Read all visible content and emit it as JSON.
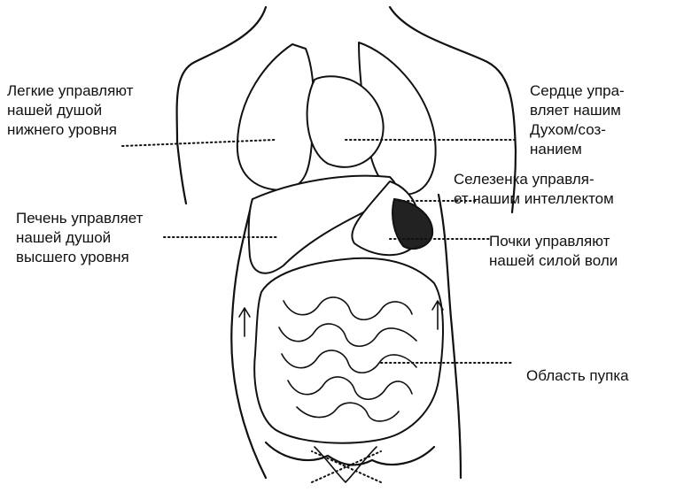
{
  "labels": {
    "lungs": [
      "Легкие управляют",
      "нашей душой",
      "нижнего уровня"
    ],
    "heart": [
      "Сердце упра-",
      "вляет нашим",
      "Духом/соз-",
      "нанием"
    ],
    "spleen": [
      "Селезенка управля-",
      "ет нашим интеллектом"
    ],
    "liver": [
      "Печень управляет",
      "нашей душой",
      "высшего уровня"
    ],
    "kidneys": [
      "Почки управляют",
      "нашей силой воли"
    ],
    "navel": [
      "Область пупка"
    ]
  },
  "colors": {
    "ink": "#111111",
    "background": "#ffffff"
  }
}
